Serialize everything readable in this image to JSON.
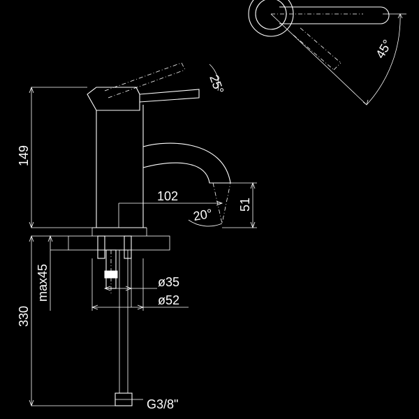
{
  "dimensions": {
    "height_body": "149",
    "height_total": "330",
    "max_deck": "max45",
    "spout_reach": "102",
    "spout_height": "51",
    "dia_inner": "ø35",
    "dia_outer": "ø52",
    "lever_angle_side": "25°",
    "lever_angle_top": "45°",
    "spout_angle": "20°",
    "thread": "G3/8\""
  },
  "colors": {
    "background": "#000000",
    "lines": "#ffffff"
  }
}
